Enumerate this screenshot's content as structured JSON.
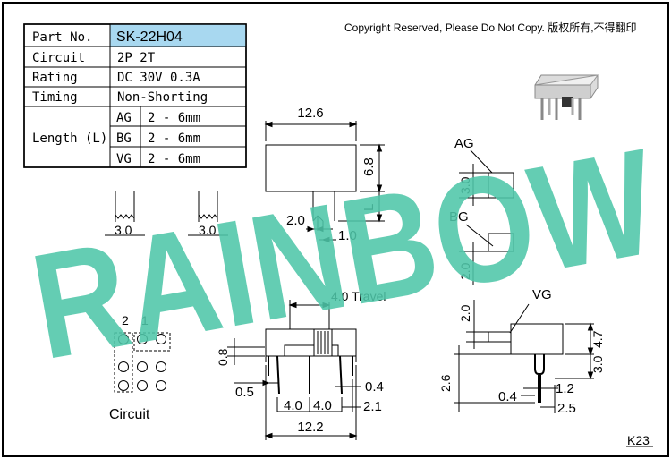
{
  "copyright": "Copyright Reserved, Please Do Not Copy. 版权所有,不得翻印",
  "watermark": "RAINBOW",
  "page_code": "K23",
  "spec_table": {
    "part_no_label": "Part No.",
    "part_no_value": "SK-22H04",
    "circuit_label": "Circuit",
    "circuit_value": "2P 2T",
    "rating_label": "Rating",
    "rating_value": "DC 30V 0.3A",
    "timing_label": "Timing",
    "timing_value": "Non-Shorting",
    "length_label": "Length (L)",
    "length_rows": [
      {
        "code": "AG",
        "value": "2 - 6mm"
      },
      {
        "code": "BG",
        "value": "2 - 6mm"
      },
      {
        "code": "VG",
        "value": "2 - 6mm"
      }
    ]
  },
  "top_view": {
    "width": "12.6",
    "height": "6.8",
    "length": "L",
    "pitch": "2.0",
    "offset": "1.0"
  },
  "pin_details": {
    "left": "3.0",
    "right": "3.0"
  },
  "circuit_diagram": {
    "label": "Circuit",
    "pin_2": "2",
    "pin_1": "1"
  },
  "front_view": {
    "travel": "4.0  Travel",
    "height": "0.8",
    "left_offset": "0.5",
    "pitch_a": "4.0",
    "pitch_b": "4.0",
    "total": "12.2",
    "pin_width": "0.4",
    "right_offset": "2.1"
  },
  "side_views": {
    "ag_label": "AG",
    "ag_dim": "3.0",
    "bg_label": "BG",
    "bg_dim": "2.0",
    "vg_label": "VG",
    "vg_dim": "2.0",
    "vg_height": "4.7",
    "vg_base": "3.0",
    "vg_pin_len": "2.6",
    "vg_pin_w": "0.4",
    "vg_gap": "1.2",
    "vg_span": "2.5"
  },
  "colors": {
    "header_fill": "#a8d8f0",
    "watermark": "#4fc6a8",
    "ink": "#000000",
    "frame": "#000000"
  }
}
